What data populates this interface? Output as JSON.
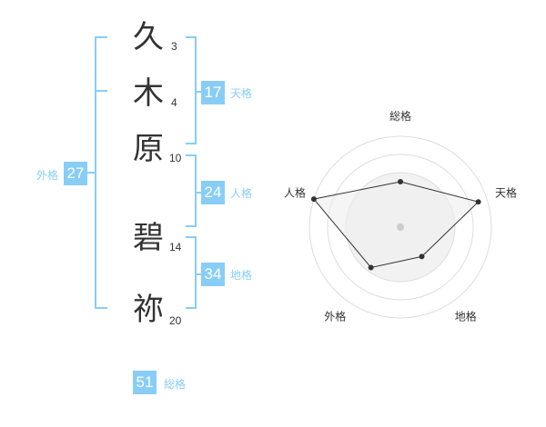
{
  "name_chars": [
    {
      "char": "久",
      "strokes": "3"
    },
    {
      "char": "木",
      "strokes": "4"
    },
    {
      "char": "原",
      "strokes": "10"
    },
    {
      "char": "碧",
      "strokes": "14"
    },
    {
      "char": "祢",
      "strokes": "20"
    }
  ],
  "fortunes": {
    "tenkaku": {
      "value": "17",
      "label": "天格"
    },
    "jinkaku": {
      "value": "24",
      "label": "人格"
    },
    "chikaku": {
      "value": "34",
      "label": "地格"
    },
    "gaikaku": {
      "value": "27",
      "label": "外格"
    },
    "soukaku": {
      "value": "51",
      "label": "総格"
    }
  },
  "radar": {
    "axes": [
      "総格",
      "天格",
      "地格",
      "外格",
      "人格"
    ],
    "max": 1,
    "values": [
      0.5,
      0.9,
      0.4,
      0.55,
      1.0
    ],
    "colors": {
      "ring": "#dddddd",
      "fill": "#eeeeee",
      "line": "#333333",
      "center": "#cccccc"
    }
  },
  "colors": {
    "accent": "#88cdf6",
    "text": "#333333"
  }
}
